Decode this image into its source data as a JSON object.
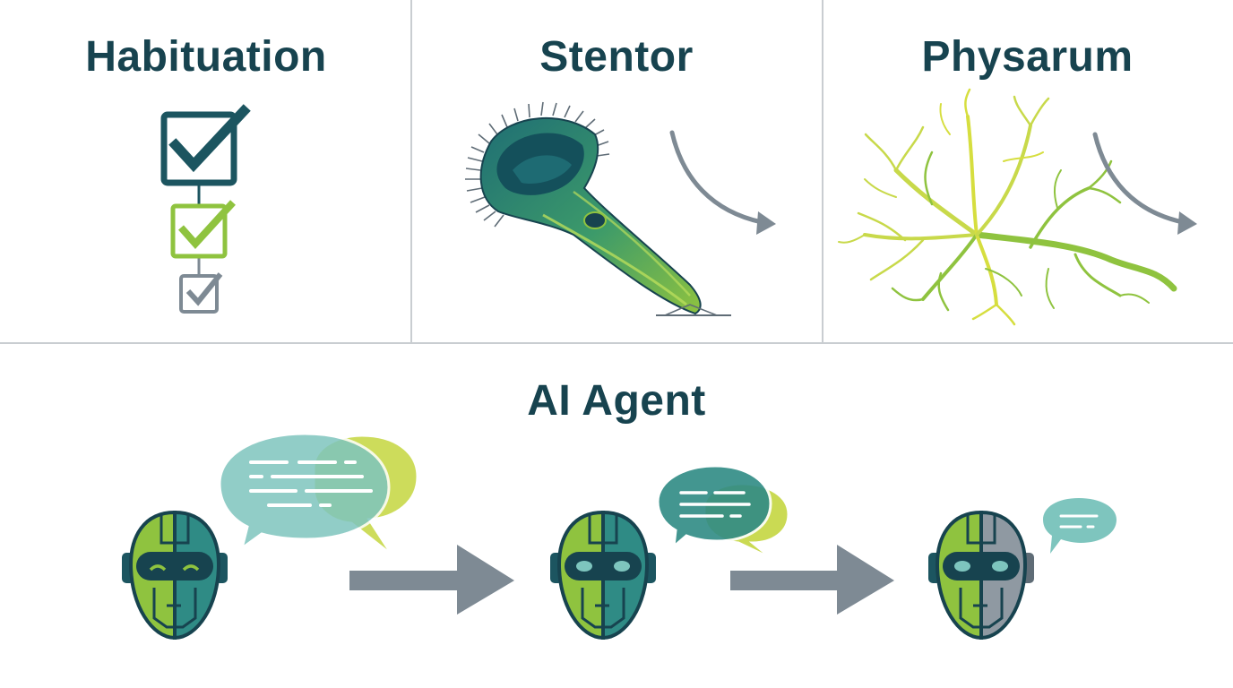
{
  "panels": {
    "habituation": {
      "title": "Habituation"
    },
    "stentor": {
      "title": "Stentor"
    },
    "physarum": {
      "title": "Physarum"
    },
    "ai_agent": {
      "title": "AI Agent"
    }
  },
  "colors": {
    "title": "#17434f",
    "dark_teal": "#1c5560",
    "teal": "#2f8b85",
    "lime": "#8fc33f",
    "yellow_green": "#c8d94a",
    "gray": "#7e8a94",
    "light_teal": "#7ec5be",
    "divider": "#c9cdd1"
  },
  "icons": [
    "checkbox-large-icon",
    "checkbox-medium-icon",
    "checkbox-small-icon",
    "stentor-organism-icon",
    "curved-arrow-icon",
    "physarum-network-icon",
    "robot-head-icon",
    "speech-bubble-icon",
    "right-arrow-icon"
  ]
}
